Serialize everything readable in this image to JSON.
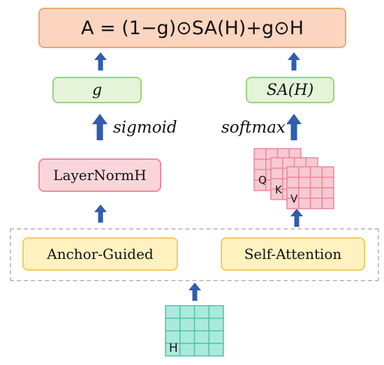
{
  "formula": "A = (1−g)⊙SA(H)+g⊙H",
  "gate_label": "g",
  "sa_label": "SA(H)",
  "sigmoid_label": "sigmoid",
  "softmax_label": "softmax",
  "layernorm_label": "LayerNormH",
  "anchor_label": "Anchor-Guided",
  "selfattn_label": "Self-Attention",
  "matrix_labels": {
    "q": "Q",
    "k": "K",
    "v": "V",
    "h": "H"
  },
  "colors": {
    "arrow": "#2f5eae",
    "orange_fill": "#fbd5bf",
    "green_fill": "#e3f4d8",
    "pink_fill": "#f9d5db",
    "yellow_fill": "#fff1c0",
    "teal_fill": "#a9eadc",
    "qkv_fill": "#f7c9d2"
  }
}
